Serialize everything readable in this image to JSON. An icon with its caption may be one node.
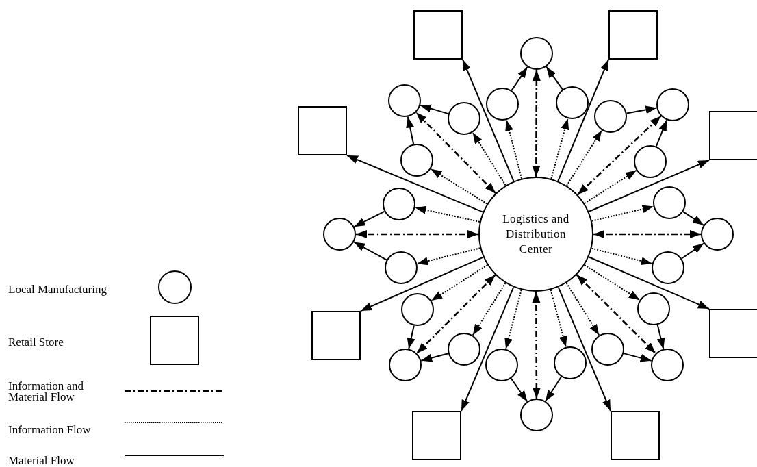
{
  "diagram": {
    "nodes": [
      {
        "text": [
          "Logistics and Distribution Center"
        ]
      },
      {
        "text": [],
        "shape": "box"
      },
      {
        "text": [],
        "shape": "box"
      },
      {
        "text": [],
        "shape": "box"
      },
      {
        "text": [],
        "shape": "box"
      },
      {
        "text": [],
        "shape": "box"
      },
      {
        "text": [],
        "shape": "box"
      },
      {
        "text": [],
        "shape": "box"
      },
      {
        "text": [],
        "shape": "box"
      },
      {
        "text": [],
        "shape": "circle"
      },
      {
        "text": [],
        "shape": "circle"
      },
      {
        "text": [],
        "shape": "circle"
      },
      {
        "text": [],
        "shape": "circle"
      },
      {
        "text": [],
        "shape": "circle"
      },
      {
        "text": [],
        "shape": "circle"
      },
      {
        "text": [],
        "shape": "circle"
      },
      {
        "text": [],
        "shape": "circle"
      },
      {
        "text": [],
        "shape": "circle"
      },
      {
        "text": [],
        "shape": "circle"
      },
      {
        "text": [],
        "shape": "circle"
      },
      {
        "text": [],
        "shape": "circle"
      },
      {
        "text": [],
        "shape": "circle"
      },
      {
        "text": [],
        "shape": "circle"
      },
      {
        "text": [],
        "shape": "circle"
      },
      {
        "text": [],
        "shape": "circle"
      },
      {
        "text": [],
        "shape": "circle"
      },
      {
        "text": [],
        "shape": "circle"
      },
      {
        "text": [],
        "shape": "circle"
      },
      {
        "text": [],
        "shape": "circle"
      },
      {
        "text": [],
        "shape": "circle"
      },
      {
        "text": [],
        "shape": "circle"
      },
      {
        "text": [],
        "shape": "circle"
      },
      {
        "text": [],
        "shape": "circle"
      }
    ],
    "edges": [
      {
        "from": 0,
        "to": 1,
        "arrow": "to"
      },
      {
        "from": 0,
        "to": 2,
        "arrow": "to"
      },
      {
        "from": 0,
        "to": 3,
        "arrow": "to"
      },
      {
        "from": 0,
        "to": 4,
        "arrow": "to"
      },
      {
        "from": 0,
        "to": 5,
        "arrow": "to"
      },
      {
        "from": 0,
        "to": 6,
        "arrow": "to"
      },
      {
        "from": 0,
        "to": 7,
        "arrow": "to"
      },
      {
        "from": 0,
        "to": 8,
        "arrow": "to"
      },
      {
        "from": 0,
        "to": 9,
        "arrow": "both",
        "style": "dashed"
      },
      {
        "from": 0,
        "to": 10,
        "arrow": "to",
        "style": "dashed"
      },
      {
        "from": 0,
        "to": 11,
        "arrow": "to",
        "style": "dashed"
      },
      {
        "from": 10,
        "to": 9,
        "arrow": "to"
      },
      {
        "from": 11,
        "to": 9,
        "arrow": "to"
      },
      {
        "from": 0,
        "to": 12,
        "arrow": "both",
        "style": "dashed"
      },
      {
        "from": 0,
        "to": 13,
        "arrow": "to",
        "style": "dashed"
      },
      {
        "from": 0,
        "to": 14,
        "arrow": "to",
        "style": "dashed"
      },
      {
        "from": 13,
        "to": 12,
        "arrow": "to"
      },
      {
        "from": 14,
        "to": 12,
        "arrow": "to"
      },
      {
        "from": 0,
        "to": 15,
        "arrow": "both",
        "style": "dashed"
      },
      {
        "from": 0,
        "to": 16,
        "arrow": "to",
        "style": "dashed"
      },
      {
        "from": 0,
        "to": 17,
        "arrow": "to",
        "style": "dashed"
      },
      {
        "from": 16,
        "to": 15,
        "arrow": "to"
      },
      {
        "from": 17,
        "to": 15,
        "arrow": "to"
      },
      {
        "from": 0,
        "to": 18,
        "arrow": "both",
        "style": "dashed"
      },
      {
        "from": 0,
        "to": 19,
        "arrow": "to",
        "style": "dashed"
      },
      {
        "from": 0,
        "to": 20,
        "arrow": "to",
        "style": "dashed"
      },
      {
        "from": 19,
        "to": 18,
        "arrow": "to"
      },
      {
        "from": 20,
        "to": 18,
        "arrow": "to"
      },
      {
        "from": 0,
        "to": 21,
        "arrow": "both",
        "style": "dashed"
      },
      {
        "from": 0,
        "to": 22,
        "arrow": "to",
        "style": "dashed"
      },
      {
        "from": 0,
        "to": 23,
        "arrow": "to",
        "style": "dashed"
      },
      {
        "from": 22,
        "to": 21,
        "arrow": "to"
      },
      {
        "from": 23,
        "to": 21,
        "arrow": "to"
      },
      {
        "from": 0,
        "to": 24,
        "arrow": "both",
        "style": "dashed"
      },
      {
        "from": 0,
        "to": 25,
        "arrow": "to",
        "style": "dashed"
      },
      {
        "from": 0,
        "to": 26,
        "arrow": "to",
        "style": "dashed"
      },
      {
        "from": 25,
        "to": 24,
        "arrow": "to"
      },
      {
        "from": 26,
        "to": 24,
        "arrow": "to"
      },
      {
        "from": 0,
        "to": 27,
        "arrow": "both",
        "style": "dashed"
      },
      {
        "from": 0,
        "to": 28,
        "arrow": "to",
        "style": "dashed"
      },
      {
        "from": 0,
        "to": 29,
        "arrow": "to",
        "style": "dashed"
      },
      {
        "from": 28,
        "to": 27,
        "arrow": "to"
      },
      {
        "from": 29,
        "to": 27,
        "arrow": "to"
      },
      {
        "from": 0,
        "to": 30,
        "arrow": "both",
        "style": "dashed"
      },
      {
        "from": 0,
        "to": 31,
        "arrow": "to",
        "style": "dashed"
      },
      {
        "from": 0,
        "to": 32,
        "arrow": "to",
        "style": "dashed"
      },
      {
        "from": 31,
        "to": 30,
        "arrow": "to"
      },
      {
        "from": 32,
        "to": 30,
        "arrow": "to"
      }
    ],
    "legend": [
      {
        "text": "Local Manufacturing"
      },
      {
        "text": "Retail Store"
      },
      {
        "text": "Information and Material Flow"
      },
      {
        "text": "Information Flow"
      },
      {
        "text": "Material Flow"
      }
    ]
  }
}
